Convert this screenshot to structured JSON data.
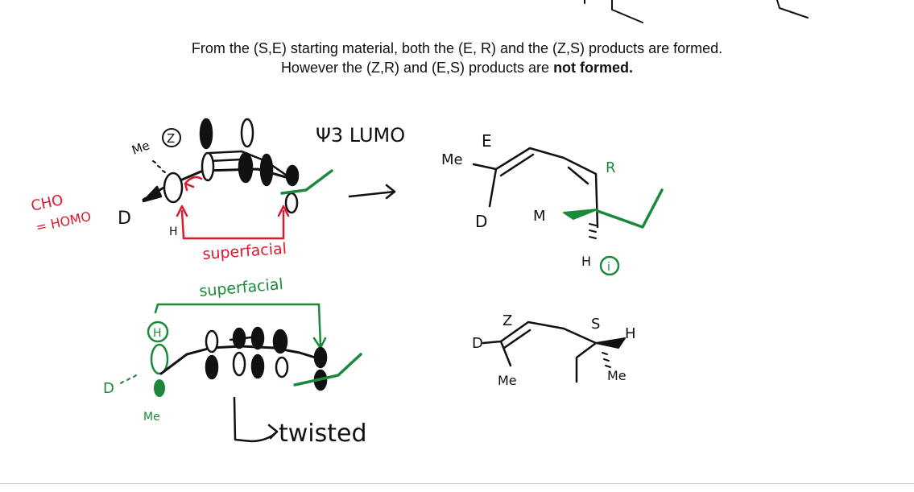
{
  "caption": {
    "line1": "From the (S,E) starting material, both the (E, R) and the (Z,S) products are formed.",
    "line2_prefix": "However the (Z,R) and (E,S) products are ",
    "line2_bold": "not formed."
  },
  "annotations": {
    "cho_homo": "CHO",
    "homo_label": "= HOMO",
    "d_left_top": "D",
    "h_top": "H",
    "me_top": "Me",
    "circled_z": "Z",
    "psi3_lumo": "Ψ3 LUMO",
    "superfacial_top": "superfacial",
    "superfacial_bottom": "superfacial",
    "circled_h": "H",
    "d_left_bottom": "D",
    "me_bottom": "Me",
    "twisted": "twisted",
    "prod1_me": "Me",
    "prod1_e": "E",
    "prod1_d": "D",
    "prod1_r": "R",
    "prod1_m": "M",
    "prod1_h": "H",
    "prod1_circled": "i",
    "prod2_z": "Z",
    "prod2_d": "D",
    "prod2_me": "Me",
    "prod2_s": "S",
    "prod2_h": "H",
    "prod2_me2": "Me"
  },
  "colors": {
    "ink": "#111111",
    "red": "#e0182d",
    "green": "#1a8a3a"
  }
}
